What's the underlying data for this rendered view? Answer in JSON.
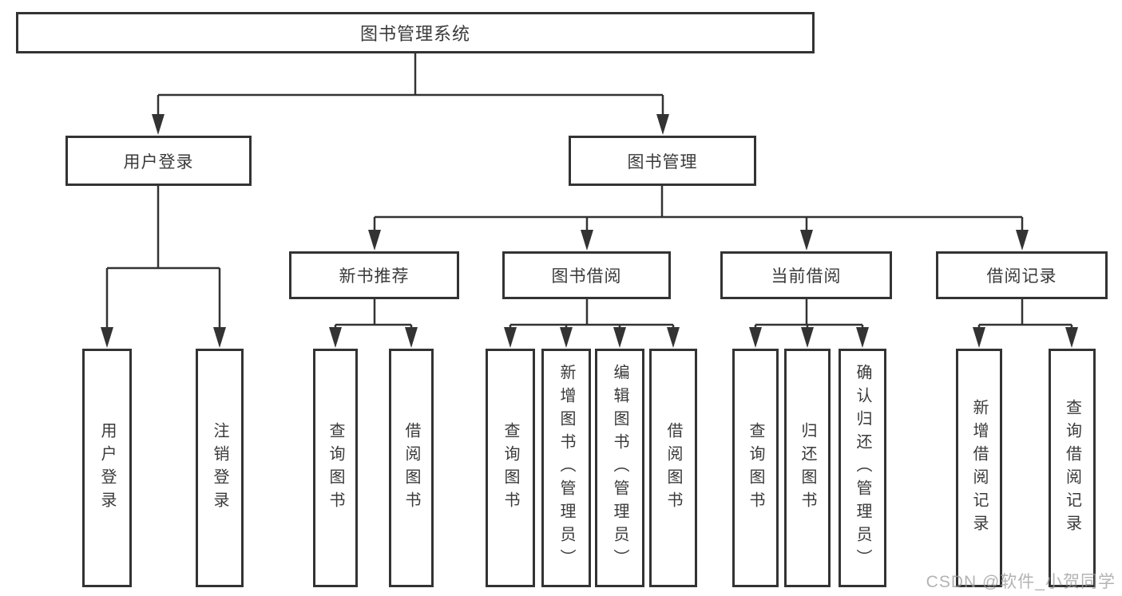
{
  "colors": {
    "line": "#333333",
    "text": "#3a3a3a",
    "background": "#ffffff",
    "watermark": "#9e9e9e"
  },
  "root": {
    "label": "图书管理系统"
  },
  "branches": {
    "user_login": {
      "label": "用户登录",
      "children": [
        {
          "label": "用户登录"
        },
        {
          "label": "注销登录"
        }
      ]
    },
    "book_management": {
      "label": "图书管理",
      "children": [
        {
          "label": "新书推荐",
          "children": [
            {
              "label": "查询图书"
            },
            {
              "label": "借阅图书"
            }
          ]
        },
        {
          "label": "图书借阅",
          "children": [
            {
              "label": "查询图书"
            },
            {
              "label": "新增图书（管理员）"
            },
            {
              "label": "编辑图书（管理员）"
            },
            {
              "label": "借阅图书"
            }
          ]
        },
        {
          "label": "当前借阅",
          "children": [
            {
              "label": "查询图书"
            },
            {
              "label": "归还图书"
            },
            {
              "label": "确认归还（管理员）"
            }
          ]
        },
        {
          "label": "借阅记录",
          "children": [
            {
              "label": "新增借阅记录"
            },
            {
              "label": "查询借阅记录"
            }
          ]
        }
      ]
    }
  },
  "watermark": "CSDN @软件_小贺同学"
}
